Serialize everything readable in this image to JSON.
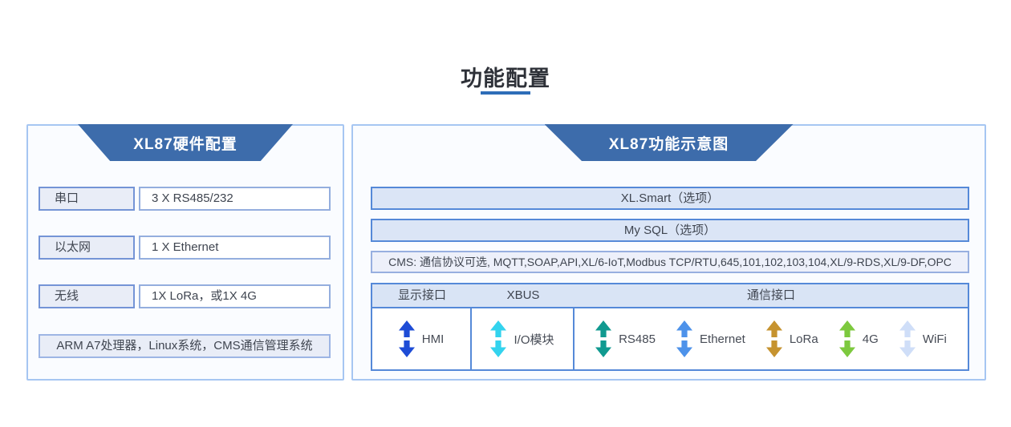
{
  "title": "功能配置",
  "theme": {
    "header_blue": "#3d6cab",
    "underline_blue": "#2e6db8",
    "panel_border": "#a6c6f2",
    "box_border_blue": "#5589d8"
  },
  "left_panel": {
    "header": "XL87硬件配置",
    "rows": [
      {
        "label": "串口",
        "value": "3 X RS485/232"
      },
      {
        "label": "以太网",
        "value": "1 X Ethernet"
      },
      {
        "label": "无线",
        "value": "1X LoRa，或1X 4G"
      }
    ],
    "footer": "ARM A7处理器，Linux系统，CMS通信管理系统"
  },
  "right_panel": {
    "header": "XL87功能示意图",
    "bars": [
      "XL.Smart（选项）",
      "My SQL（选项）"
    ],
    "cms_bar": "CMS: 通信协议可选, MQTT,SOAP,API,XL/6-IoT,Modbus TCP/RTU,645,101,102,103,104,XL/9-RDS,XL/9-DF,OPC",
    "table": {
      "headers": [
        "显示接口",
        "XBUS",
        "通信接口"
      ],
      "display_items": [
        {
          "label": "HMI",
          "color": "#1e4cd6"
        }
      ],
      "xbus_items": [
        {
          "label": "I/O模块",
          "color": "#33d3ee"
        }
      ],
      "comm_items": [
        {
          "label": "RS485",
          "color": "#109a90"
        },
        {
          "label": "Ethernet",
          "color": "#4d92ea"
        },
        {
          "label": "LoRa",
          "color": "#c6932f"
        },
        {
          "label": "4G",
          "color": "#7dc93e"
        },
        {
          "label": "WiFi",
          "color": "#cfdef8"
        }
      ]
    }
  }
}
